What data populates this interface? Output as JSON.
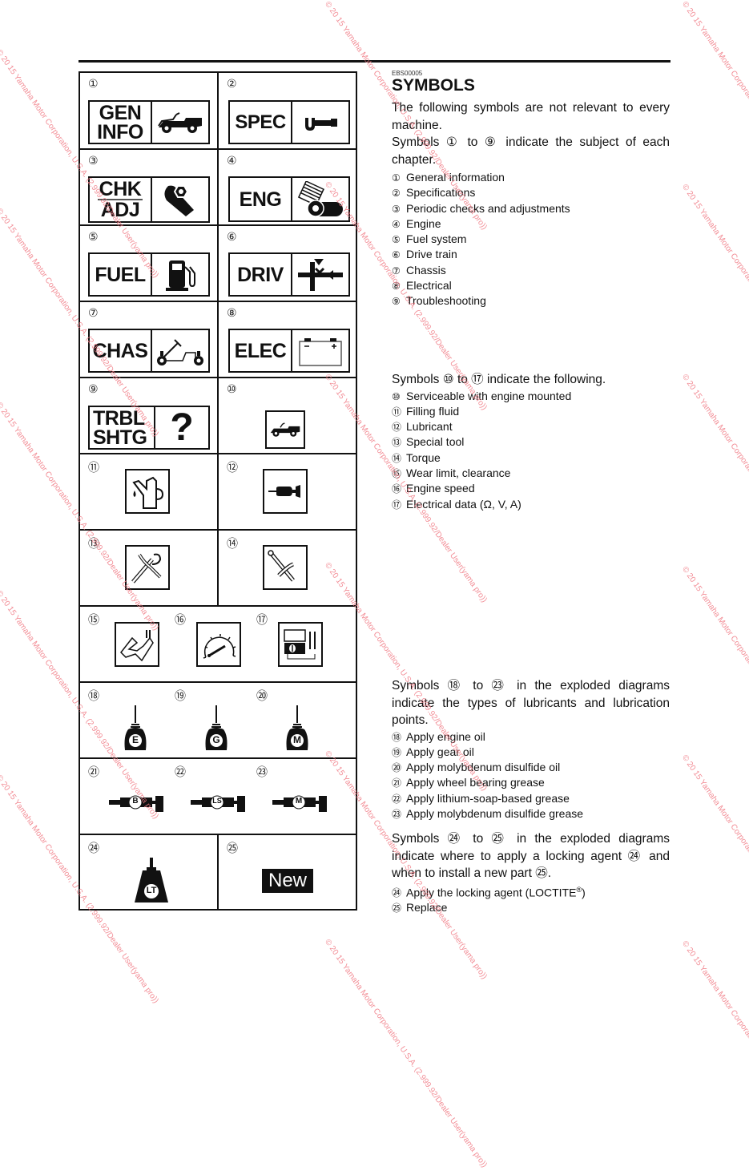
{
  "header": {
    "code": "EBS00005",
    "title": "SYMBOLS"
  },
  "intro": {
    "p1": "The following symbols are not relevant to every machine.",
    "p2": "Symbols ① to ⑨ indicate the subject of each chapter."
  },
  "chapter_symbols": [
    {
      "n": "①",
      "label": "General information"
    },
    {
      "n": "②",
      "label": "Specifications"
    },
    {
      "n": "③",
      "label": "Periodic checks and adjustments"
    },
    {
      "n": "④",
      "label": "Engine"
    },
    {
      "n": "⑤",
      "label": "Fuel system"
    },
    {
      "n": "⑥",
      "label": "Drive train"
    },
    {
      "n": "⑦",
      "label": "Chassis"
    },
    {
      "n": "⑧",
      "label": "Electrical"
    },
    {
      "n": "⑨",
      "label": "Troubleshooting"
    }
  ],
  "section2": {
    "p": "Symbols ⑩ to ⑰ indicate the following.",
    "items": [
      {
        "n": "⑩",
        "label": "Serviceable with engine mounted"
      },
      {
        "n": "⑪",
        "label": "Filling fluid"
      },
      {
        "n": "⑫",
        "label": "Lubricant"
      },
      {
        "n": "⑬",
        "label": "Special tool"
      },
      {
        "n": "⑭",
        "label": "Torque"
      },
      {
        "n": "⑮",
        "label": "Wear limit, clearance"
      },
      {
        "n": "⑯",
        "label": "Engine speed"
      },
      {
        "n": "⑰",
        "label": "Electrical data (Ω, V, A)"
      }
    ]
  },
  "section3": {
    "p": "Symbols ⑱ to ㉓ in the exploded diagrams indicate the types of lubricants and lubrication points.",
    "items": [
      {
        "n": "⑱",
        "label": "Apply engine oil"
      },
      {
        "n": "⑲",
        "label": "Apply gear oil"
      },
      {
        "n": "⑳",
        "label": "Apply molybdenum disulfide oil"
      },
      {
        "n": "㉑",
        "label": "Apply wheel bearing grease"
      },
      {
        "n": "㉒",
        "label": "Apply lithium-soap-based grease"
      },
      {
        "n": "㉓",
        "label": "Apply molybdenum disulfide grease"
      }
    ]
  },
  "section4": {
    "p": "Symbols ㉔ to ㉕ in the exploded diagrams indicate where to apply a locking agent ㉔ and when to install a new part ㉕.",
    "items": [
      {
        "n": "㉔",
        "label": "Apply the locking agent (LOCTITE",
        "sup": "®",
        "tail": ")"
      },
      {
        "n": "㉕",
        "label": "Replace"
      }
    ]
  },
  "table": {
    "badges": {
      "gen": [
        "GEN",
        "INFO"
      ],
      "spec": "SPEC",
      "chk": [
        "CHK",
        "ADJ"
      ],
      "eng": "ENG",
      "fuel": "FUEL",
      "driv": "DRIV",
      "chas": "CHAS",
      "elec": "ELEC",
      "trbl": [
        "TRBL",
        "SHTG"
      ],
      "q": "?"
    },
    "oil_letters": [
      "E",
      "G",
      "M"
    ],
    "grease_letters": [
      "B",
      "LS",
      "M"
    ],
    "lt": "LT",
    "new": "New",
    "numbers": [
      "①",
      "②",
      "③",
      "④",
      "⑤",
      "⑥",
      "⑦",
      "⑧",
      "⑨",
      "⑩",
      "⑪",
      "⑫",
      "⑬",
      "⑭",
      "⑮",
      "⑯",
      "⑰",
      "⑱",
      "⑲",
      "⑳",
      "㉑",
      "㉒",
      "㉓",
      "㉔",
      "㉕"
    ]
  },
  "watermark": "© 20 15 Yamaha Motor Corporation, U.S.A. (2.999.92/Dealer User(yama pro))"
}
